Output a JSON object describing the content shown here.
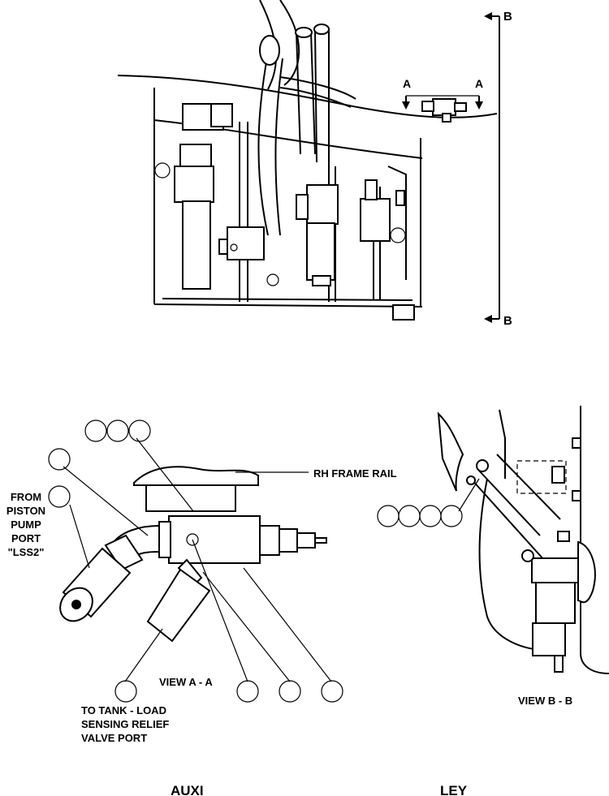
{
  "view_markers": {
    "b_top": "B",
    "b_bottom": "B",
    "a_left": "A",
    "a_right": "A"
  },
  "labels": {
    "rh_frame_rail": "RH FRAME RAIL",
    "from_piston": [
      "FROM",
      "PISTON",
      "PUMP",
      "PORT",
      "\"LSS2\""
    ],
    "view_aa": "VIEW A - A",
    "to_tank": [
      "TO TANK - LOAD",
      "SENSING RELIEF",
      "VALVE PORT"
    ],
    "view_bb": "VIEW B - B",
    "footer_left": "AUXI",
    "footer_right": "LEY"
  }
}
